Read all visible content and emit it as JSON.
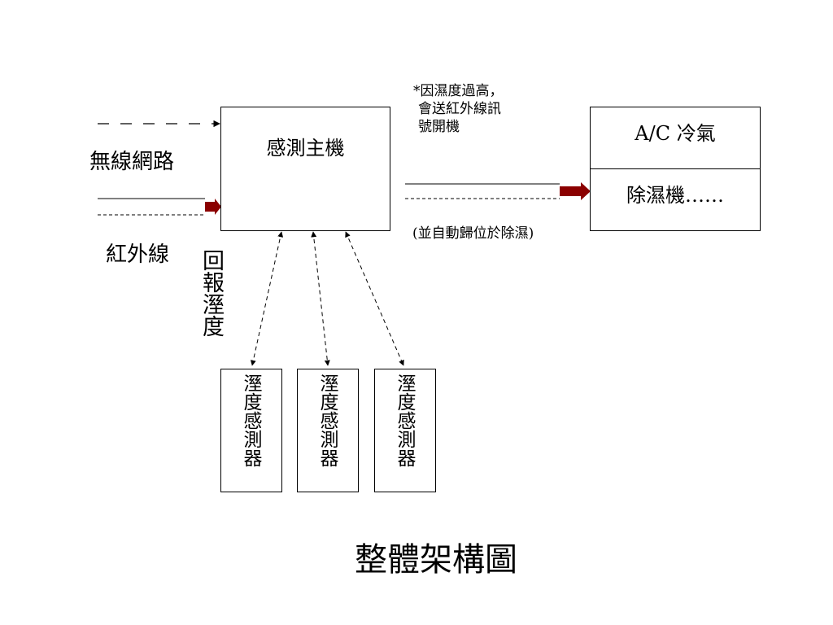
{
  "main_unit": {
    "label": "感測主機"
  },
  "ac_unit": {
    "label": "A/C 冷氣",
    "sub_label": "除濕機……"
  },
  "inputs": {
    "wireless_label": "無線網路",
    "infrared_label": "紅外線"
  },
  "note": {
    "line1": "*因濕度過高，",
    "line2": "會送紅外線訊",
    "line3": "號開機",
    "auto_mode": "(並自動歸位於除濕)"
  },
  "report_label": "回報溼度",
  "sensors": [
    {
      "label": "溼度感測器"
    },
    {
      "label": "溼度感測器"
    },
    {
      "label": "溼度感測器"
    }
  ],
  "title": "整體架構圖",
  "colors": {
    "arrow_fill": "#8b0000",
    "line": "#000000"
  }
}
